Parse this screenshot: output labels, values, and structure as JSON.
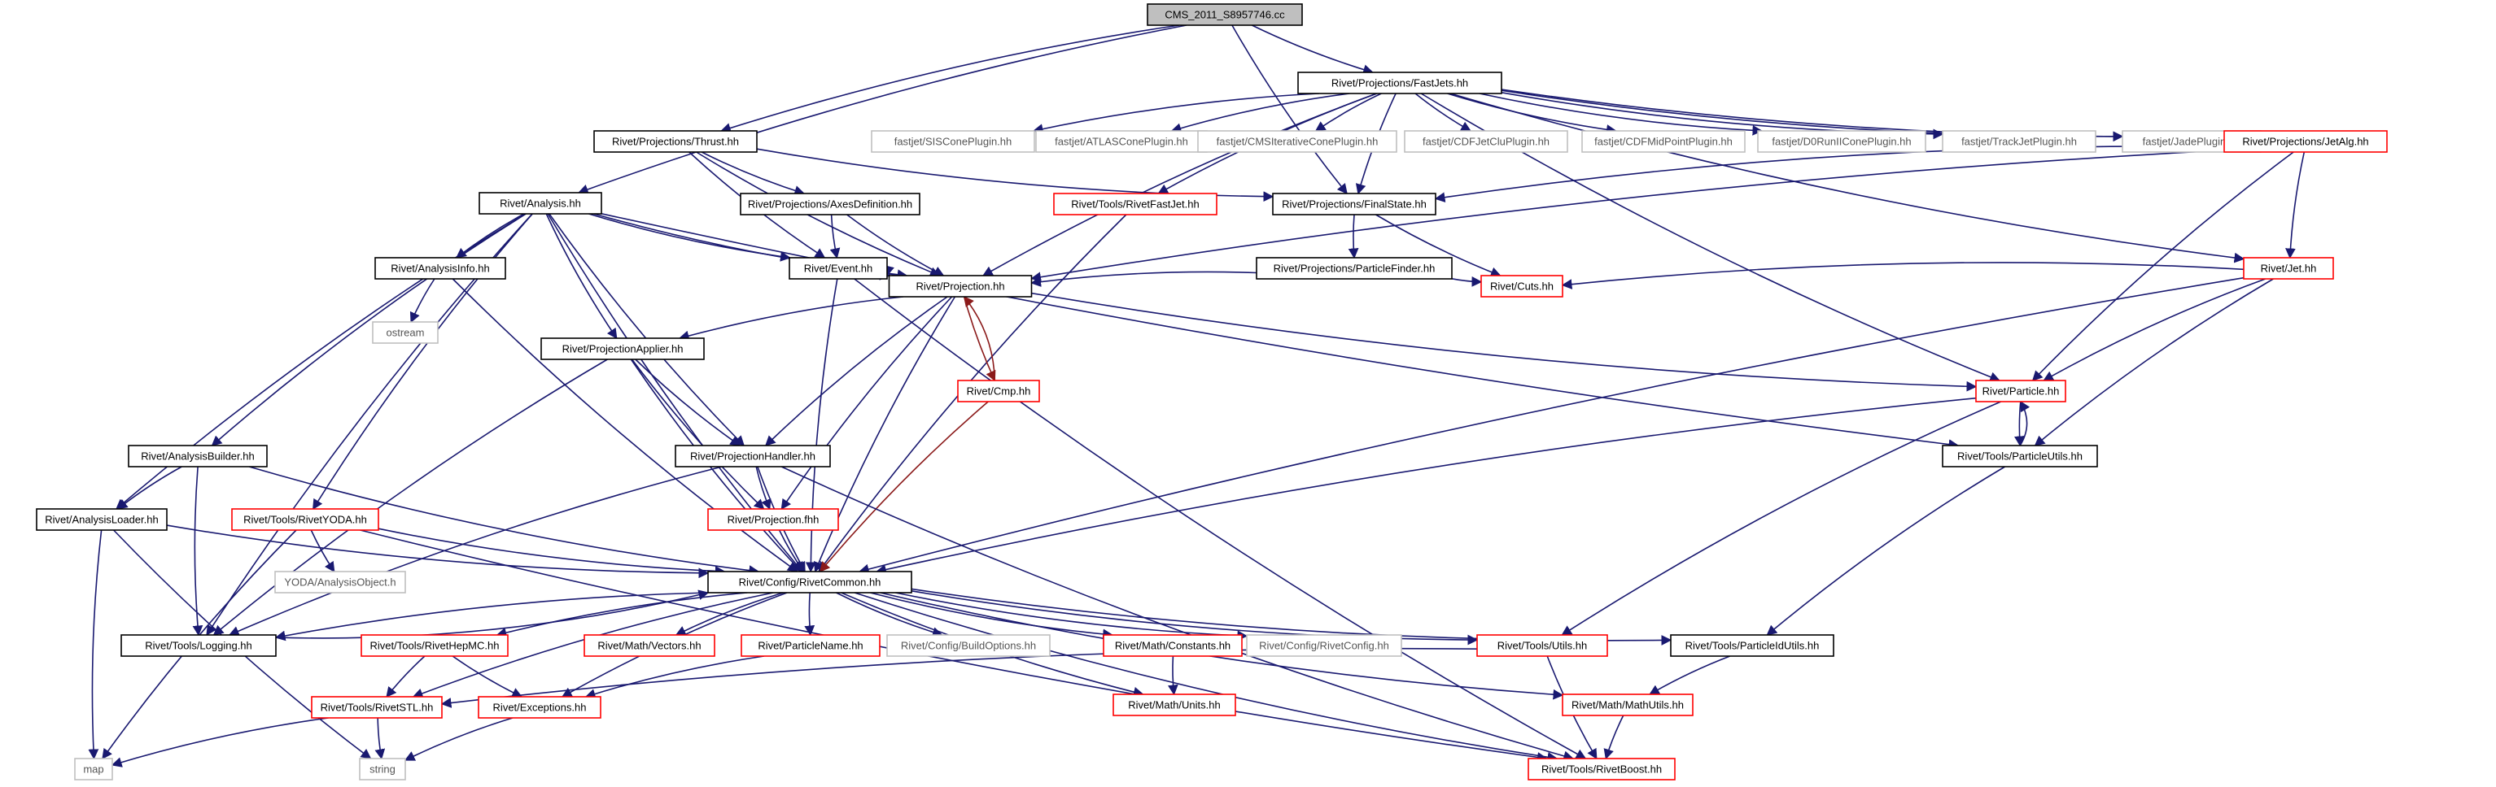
{
  "colors": {
    "edge": "#191970",
    "edge_red": "#8b1a1a",
    "root_fill": "#bfbfbf",
    "border_black": "#000000",
    "border_red": "#ff0000",
    "border_gray": "#bfbfbf"
  },
  "nodes": [
    {
      "id": "root",
      "label": "CMS_2011_S8957746.cc",
      "kind": "root"
    },
    {
      "id": "fastjets",
      "label": "Rivet/Projections/FastJets.hh",
      "kind": "black"
    },
    {
      "id": "thrust",
      "label": "Rivet/Projections/Thrust.hh",
      "kind": "black"
    },
    {
      "id": "analysis",
      "label": "Rivet/Analysis.hh",
      "kind": "black"
    },
    {
      "id": "siscone",
      "label": "fastjet/SISConePlugin.hh",
      "kind": "ext"
    },
    {
      "id": "atlascone",
      "label": "fastjet/ATLASConePlugin.hh",
      "kind": "ext"
    },
    {
      "id": "cmsiter",
      "label": "fastjet/CMSIterativeConePlugin.hh",
      "kind": "ext"
    },
    {
      "id": "cdfjetclu",
      "label": "fastjet/CDFJetCluPlugin.hh",
      "kind": "ext"
    },
    {
      "id": "cdfmid",
      "label": "fastjet/CDFMidPointPlugin.hh",
      "kind": "ext"
    },
    {
      "id": "d0run",
      "label": "fastjet/D0RunIIConePlugin.hh",
      "kind": "ext"
    },
    {
      "id": "trackjet",
      "label": "fastjet/TrackJetPlugin.hh",
      "kind": "ext"
    },
    {
      "id": "jade",
      "label": "fastjet/JadePlugin.hh",
      "kind": "ext"
    },
    {
      "id": "jetalg",
      "label": "Rivet/Projections/JetAlg.hh",
      "kind": "red"
    },
    {
      "id": "axesdef",
      "label": "Rivet/Projections/AxesDefinition.hh",
      "kind": "black"
    },
    {
      "id": "rivetfastjet",
      "label": "Rivet/Tools/RivetFastJet.hh",
      "kind": "red"
    },
    {
      "id": "finalstate",
      "label": "Rivet/Projections/FinalState.hh",
      "kind": "black"
    },
    {
      "id": "analysisinfo",
      "label": "Rivet/AnalysisInfo.hh",
      "kind": "black"
    },
    {
      "id": "event",
      "label": "Rivet/Event.hh",
      "kind": "black"
    },
    {
      "id": "particlefinder",
      "label": "Rivet/Projections/ParticleFinder.hh",
      "kind": "black"
    },
    {
      "id": "jet",
      "label": "Rivet/Jet.hh",
      "kind": "red"
    },
    {
      "id": "ostream",
      "label": "ostream",
      "kind": "ext"
    },
    {
      "id": "projection",
      "label": "Rivet/Projection.hh",
      "kind": "black"
    },
    {
      "id": "cuts",
      "label": "Rivet/Cuts.hh",
      "kind": "red"
    },
    {
      "id": "projapplier",
      "label": "Rivet/ProjectionApplier.hh",
      "kind": "black"
    },
    {
      "id": "cmp",
      "label": "Rivet/Cmp.hh",
      "kind": "red"
    },
    {
      "id": "particle",
      "label": "Rivet/Particle.hh",
      "kind": "red"
    },
    {
      "id": "analysisbuilder",
      "label": "Rivet/AnalysisBuilder.hh",
      "kind": "black"
    },
    {
      "id": "projhandler",
      "label": "Rivet/ProjectionHandler.hh",
      "kind": "black"
    },
    {
      "id": "particleutils",
      "label": "Rivet/Tools/ParticleUtils.hh",
      "kind": "black"
    },
    {
      "id": "analysisloader",
      "label": "Rivet/AnalysisLoader.hh",
      "kind": "black"
    },
    {
      "id": "rivetyoda",
      "label": "Rivet/Tools/RivetYODA.hh",
      "kind": "red"
    },
    {
      "id": "projfhh",
      "label": "Rivet/Projection.fhh",
      "kind": "red"
    },
    {
      "id": "yodaobj",
      "label": "YODA/AnalysisObject.h",
      "kind": "ext"
    },
    {
      "id": "rivetcommon",
      "label": "Rivet/Config/RivetCommon.hh",
      "kind": "black"
    },
    {
      "id": "logging",
      "label": "Rivet/Tools/Logging.hh",
      "kind": "black"
    },
    {
      "id": "rivethepmc",
      "label": "Rivet/Tools/RivetHepMC.hh",
      "kind": "red"
    },
    {
      "id": "vectors",
      "label": "Rivet/Math/Vectors.hh",
      "kind": "red"
    },
    {
      "id": "particlename",
      "label": "Rivet/ParticleName.hh",
      "kind": "red"
    },
    {
      "id": "buildoptions",
      "label": "Rivet/Config/BuildOptions.hh",
      "kind": "ext"
    },
    {
      "id": "constants",
      "label": "Rivet/Math/Constants.hh",
      "kind": "red"
    },
    {
      "id": "rivetconfig",
      "label": "Rivet/Config/RivetConfig.hh",
      "kind": "ext"
    },
    {
      "id": "utils",
      "label": "Rivet/Tools/Utils.hh",
      "kind": "red"
    },
    {
      "id": "particleidutils",
      "label": "Rivet/Tools/ParticleIdUtils.hh",
      "kind": "black"
    },
    {
      "id": "units",
      "label": "Rivet/Math/Units.hh",
      "kind": "red"
    },
    {
      "id": "mathutils",
      "label": "Rivet/Math/MathUtils.hh",
      "kind": "red"
    },
    {
      "id": "rivetstl",
      "label": "Rivet/Tools/RivetSTL.hh",
      "kind": "red"
    },
    {
      "id": "exceptions",
      "label": "Rivet/Exceptions.hh",
      "kind": "red"
    },
    {
      "id": "map",
      "label": "map",
      "kind": "ext"
    },
    {
      "id": "string",
      "label": "string",
      "kind": "ext"
    },
    {
      "id": "rivetboost",
      "label": "Rivet/Tools/RivetBoost.hh",
      "kind": "red"
    }
  ],
  "edges": [
    [
      "root",
      "fastjets"
    ],
    [
      "root",
      "thrust"
    ],
    [
      "root",
      "analysis"
    ],
    [
      "root",
      "finalstate"
    ],
    [
      "fastjets",
      "siscone"
    ],
    [
      "fastjets",
      "atlascone"
    ],
    [
      "fastjets",
      "cmsiter"
    ],
    [
      "fastjets",
      "cdfjetclu"
    ],
    [
      "fastjets",
      "cdfmid"
    ],
    [
      "fastjets",
      "d0run"
    ],
    [
      "fastjets",
      "trackjet"
    ],
    [
      "fastjets",
      "jade"
    ],
    [
      "fastjets",
      "jetalg"
    ],
    [
      "fastjets",
      "rivetfastjet"
    ],
    [
      "fastjets",
      "finalstate"
    ],
    [
      "fastjets",
      "projection"
    ],
    [
      "fastjets",
      "jet"
    ],
    [
      "fastjets",
      "particle"
    ],
    [
      "thrust",
      "axesdef"
    ],
    [
      "thrust",
      "finalstate"
    ],
    [
      "thrust",
      "event"
    ],
    [
      "thrust",
      "projection"
    ],
    [
      "axesdef",
      "event"
    ],
    [
      "axesdef",
      "projection"
    ],
    [
      "jetalg",
      "finalstate"
    ],
    [
      "jetalg",
      "jet"
    ],
    [
      "jetalg",
      "particle"
    ],
    [
      "jetalg",
      "projection"
    ],
    [
      "rivetfastjet",
      "rivetcommon"
    ],
    [
      "finalstate",
      "particlefinder"
    ],
    [
      "finalstate",
      "cuts"
    ],
    [
      "particlefinder",
      "projection"
    ],
    [
      "particlefinder",
      "cuts"
    ],
    [
      "jet",
      "cuts"
    ],
    [
      "jet",
      "particle"
    ],
    [
      "jet",
      "particleutils"
    ],
    [
      "jet",
      "rivetcommon"
    ],
    [
      "analysis",
      "analysisinfo"
    ],
    [
      "analysis",
      "event"
    ],
    [
      "analysis",
      "projection"
    ],
    [
      "analysis",
      "projapplier"
    ],
    [
      "analysis",
      "projhandler"
    ],
    [
      "analysis",
      "analysisbuilder"
    ],
    [
      "analysis",
      "analysisloader"
    ],
    [
      "analysis",
      "rivetyoda"
    ],
    [
      "analysis",
      "rivetcommon"
    ],
    [
      "analysis",
      "logging"
    ],
    [
      "analysis",
      "particleutils"
    ],
    [
      "analysisinfo",
      "ostream"
    ],
    [
      "analysisinfo",
      "rivetcommon"
    ],
    [
      "event",
      "projection"
    ],
    [
      "event",
      "rivetcommon"
    ],
    [
      "event",
      "rivetboost"
    ],
    [
      "projection",
      "event"
    ],
    [
      "projection",
      "cmp"
    ],
    [
      "projection",
      "projapplier"
    ],
    [
      "projection",
      "projhandler"
    ],
    [
      "projection",
      "projfhh"
    ],
    [
      "projection",
      "rivetcommon"
    ],
    [
      "projection",
      "particle"
    ],
    [
      "cmp",
      "projection"
    ],
    [
      "cmp",
      "rivetcommon"
    ],
    [
      "projapplier",
      "projhandler"
    ],
    [
      "projapplier",
      "projfhh"
    ],
    [
      "projapplier",
      "rivetcommon"
    ],
    [
      "projapplier",
      "logging"
    ],
    [
      "projhandler",
      "projfhh"
    ],
    [
      "projhandler",
      "rivetcommon"
    ],
    [
      "projhandler",
      "logging"
    ],
    [
      "projhandler",
      "rivetboost"
    ],
    [
      "projfhh",
      "rivetcommon"
    ],
    [
      "particle",
      "particleutils"
    ],
    [
      "particle",
      "rivetcommon"
    ],
    [
      "particle",
      "utils"
    ],
    [
      "particleutils",
      "particle"
    ],
    [
      "particleutils",
      "particleidutils"
    ],
    [
      "analysisbuilder",
      "analysisloader"
    ],
    [
      "analysisbuilder",
      "rivetcommon"
    ],
    [
      "analysisbuilder",
      "logging"
    ],
    [
      "analysisloader",
      "rivetcommon"
    ],
    [
      "analysisloader",
      "map"
    ],
    [
      "analysisloader",
      "string"
    ],
    [
      "rivetyoda",
      "yodaobj"
    ],
    [
      "rivetyoda",
      "rivetcommon"
    ],
    [
      "rivetyoda",
      "map"
    ],
    [
      "rivetyoda",
      "rivetboost"
    ],
    [
      "rivetcommon",
      "logging"
    ],
    [
      "rivetcommon",
      "rivethepmc"
    ],
    [
      "rivetcommon",
      "vectors"
    ],
    [
      "rivetcommon",
      "particlename"
    ],
    [
      "rivetcommon",
      "buildoptions"
    ],
    [
      "rivetcommon",
      "constants"
    ],
    [
      "rivetcommon",
      "rivetconfig"
    ],
    [
      "rivetcommon",
      "utils"
    ],
    [
      "rivetcommon",
      "particleidutils"
    ],
    [
      "rivetcommon",
      "units"
    ],
    [
      "rivetcommon",
      "mathutils"
    ],
    [
      "rivetcommon",
      "rivetstl"
    ],
    [
      "rivetcommon",
      "exceptions"
    ],
    [
      "rivetcommon",
      "rivetboost"
    ],
    [
      "logging",
      "rivetcommon"
    ],
    [
      "rivethepmc",
      "rivetstl"
    ],
    [
      "rivethepmc",
      "exceptions"
    ],
    [
      "particlename",
      "exceptions"
    ],
    [
      "constants",
      "units"
    ],
    [
      "utils",
      "rivetstl"
    ],
    [
      "utils",
      "rivetboost"
    ],
    [
      "particleidutils",
      "mathutils"
    ],
    [
      "mathutils",
      "rivetboost"
    ],
    [
      "rivetstl",
      "map"
    ],
    [
      "rivetstl",
      "string"
    ],
    [
      "exceptions",
      "string"
    ]
  ]
}
